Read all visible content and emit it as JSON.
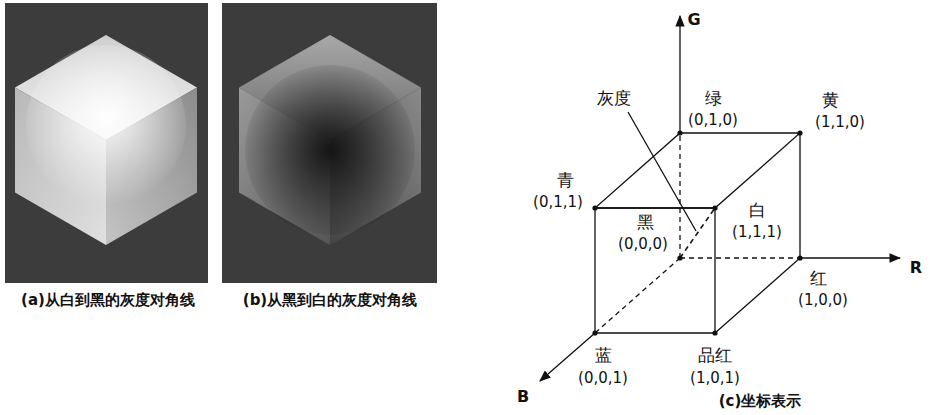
{
  "diagram": {
    "labels": [
      "G",
      "绿",
      "(0,1,0)",
      "黄",
      "(1,1,0)",
      "灰度",
      "青",
      "(0,1,1)",
      "白",
      "(1,1,1)",
      "黑",
      "(0,0,0)",
      "R",
      "红",
      "(1,0,0)",
      "蓝",
      "(0,0,1)",
      "品红",
      "(1,0,1)",
      "B",
      "(a)从白到黑的灰度对角线",
      "(b)从黑到白的灰度对角线",
      "(c)坐标表示"
    ]
  }
}
